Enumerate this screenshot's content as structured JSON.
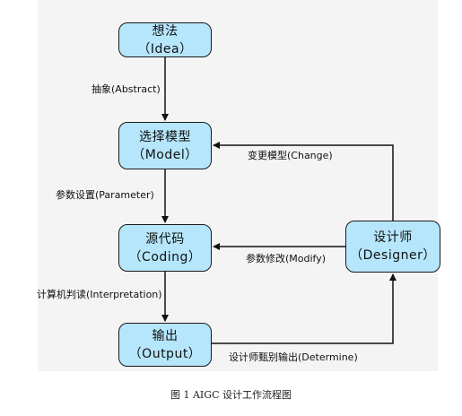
{
  "nodes": {
    "idea": {
      "title": "想法",
      "subtitle": "（Idea）"
    },
    "model": {
      "title": "选择模型",
      "subtitle": "（Model）"
    },
    "coding": {
      "title": "源代码",
      "subtitle": "（Coding）"
    },
    "output": {
      "title": "输出",
      "subtitle": "（Output）"
    },
    "designer": {
      "title": "设计师",
      "subtitle": "（Designer）"
    }
  },
  "edges": {
    "abstract": "抽象(Abstract)",
    "parameter": "参数设置(Parameter)",
    "interpretation": "计算机判读(Interpretation)",
    "determine": "设计师甄别输出(Determine)",
    "modify": "参数修改(Modify)",
    "change": "变更模型(Change)"
  },
  "caption": "图 1 AIGC 设计工作流程图",
  "colors": {
    "node_fill": "#b6e6fb",
    "node_border": "#1a1a1a",
    "background_panel": "#f4f4f4",
    "arrow": "#111111"
  }
}
